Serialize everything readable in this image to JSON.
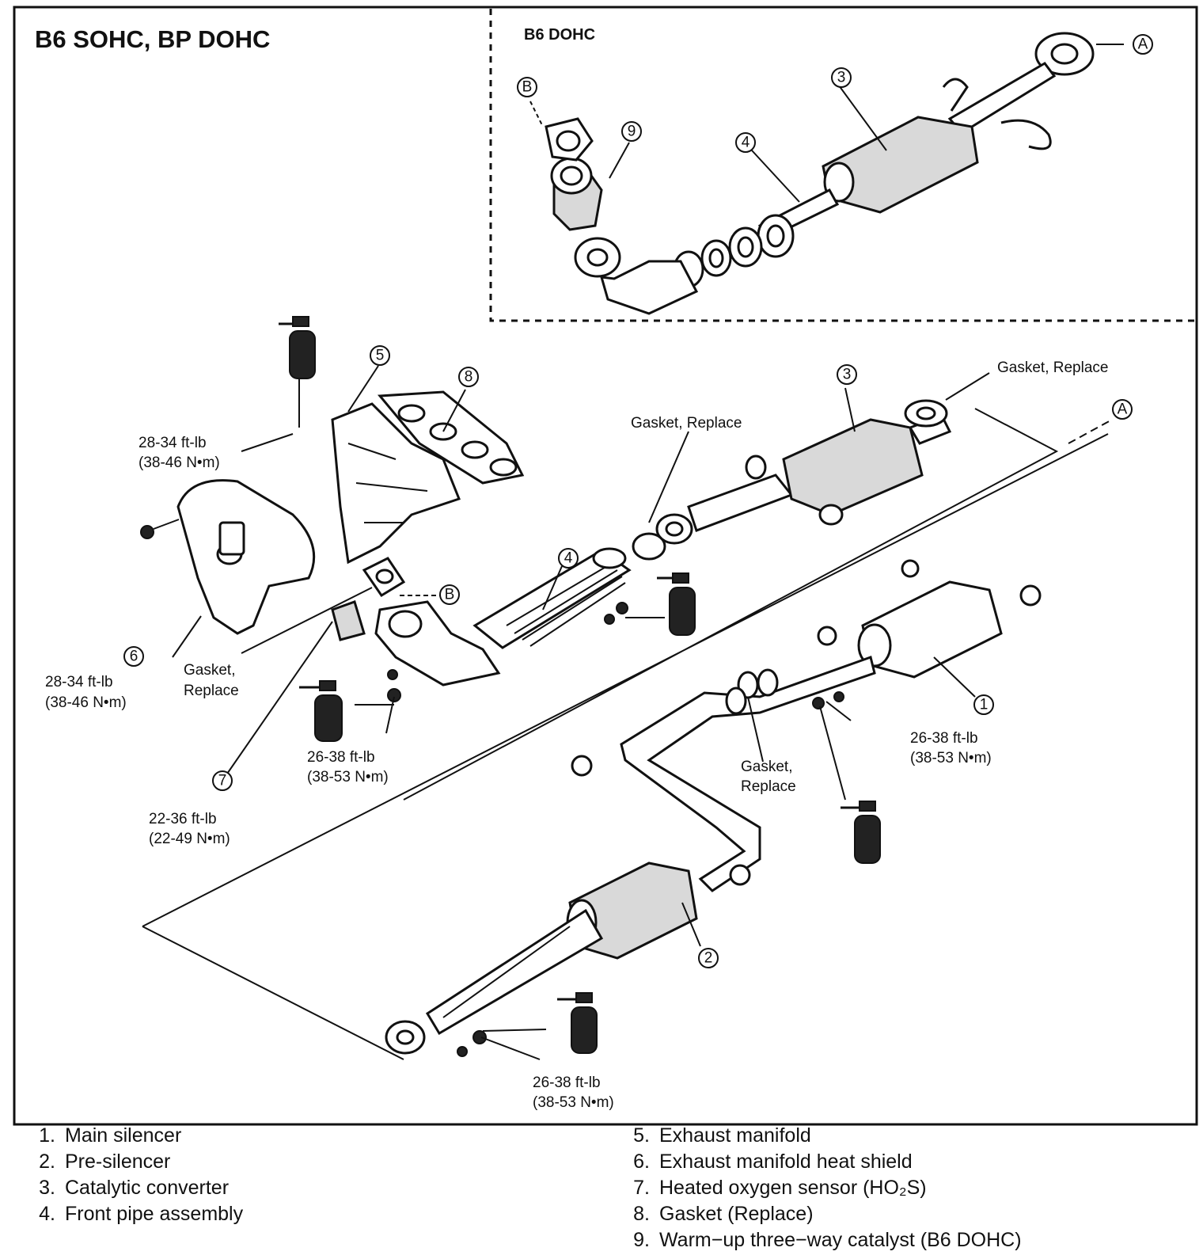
{
  "diagram": {
    "title": "B6 SOHC, BP DOHC",
    "inset_title": "B6 DOHC",
    "reference_letters": {
      "a": "A",
      "b": "B"
    },
    "callout_numbers": [
      "1",
      "2",
      "3",
      "4",
      "5",
      "6",
      "7",
      "8",
      "9"
    ],
    "notes": {
      "gasket_replace": "Gasket, Replace",
      "gasket_comma": "Gasket,",
      "replace": "Replace",
      "torque_28_34_ftlb": "28-34 ft-lb",
      "torque_28_34_nm": "(38-46 N•m)",
      "torque_26_38_ftlb": "26-38 ft-lb",
      "torque_26_38_nm": "(38-53 N•m)",
      "torque_22_36_ftlb": "22-36 ft-lb",
      "torque_22_36_nm": "(22-49 N•m)"
    }
  },
  "legend": {
    "left": [
      {
        "num": "1.",
        "text": "Main silencer"
      },
      {
        "num": "2.",
        "text": "Pre-silencer"
      },
      {
        "num": "3.",
        "text": "Catalytic converter"
      },
      {
        "num": "4.",
        "text": "Front pipe assembly"
      }
    ],
    "right": [
      {
        "num": "5.",
        "text": "Exhaust manifold"
      },
      {
        "num": "6.",
        "text": "Exhaust manifold heat shield"
      },
      {
        "num": "7.",
        "text": "Heated oxygen sensor (HO₂S)"
      },
      {
        "num": "8.",
        "text": "Gasket (Replace)"
      },
      {
        "num": "9.",
        "text": "Warm−up three−way catalyst (B6 DOHC)"
      }
    ]
  }
}
